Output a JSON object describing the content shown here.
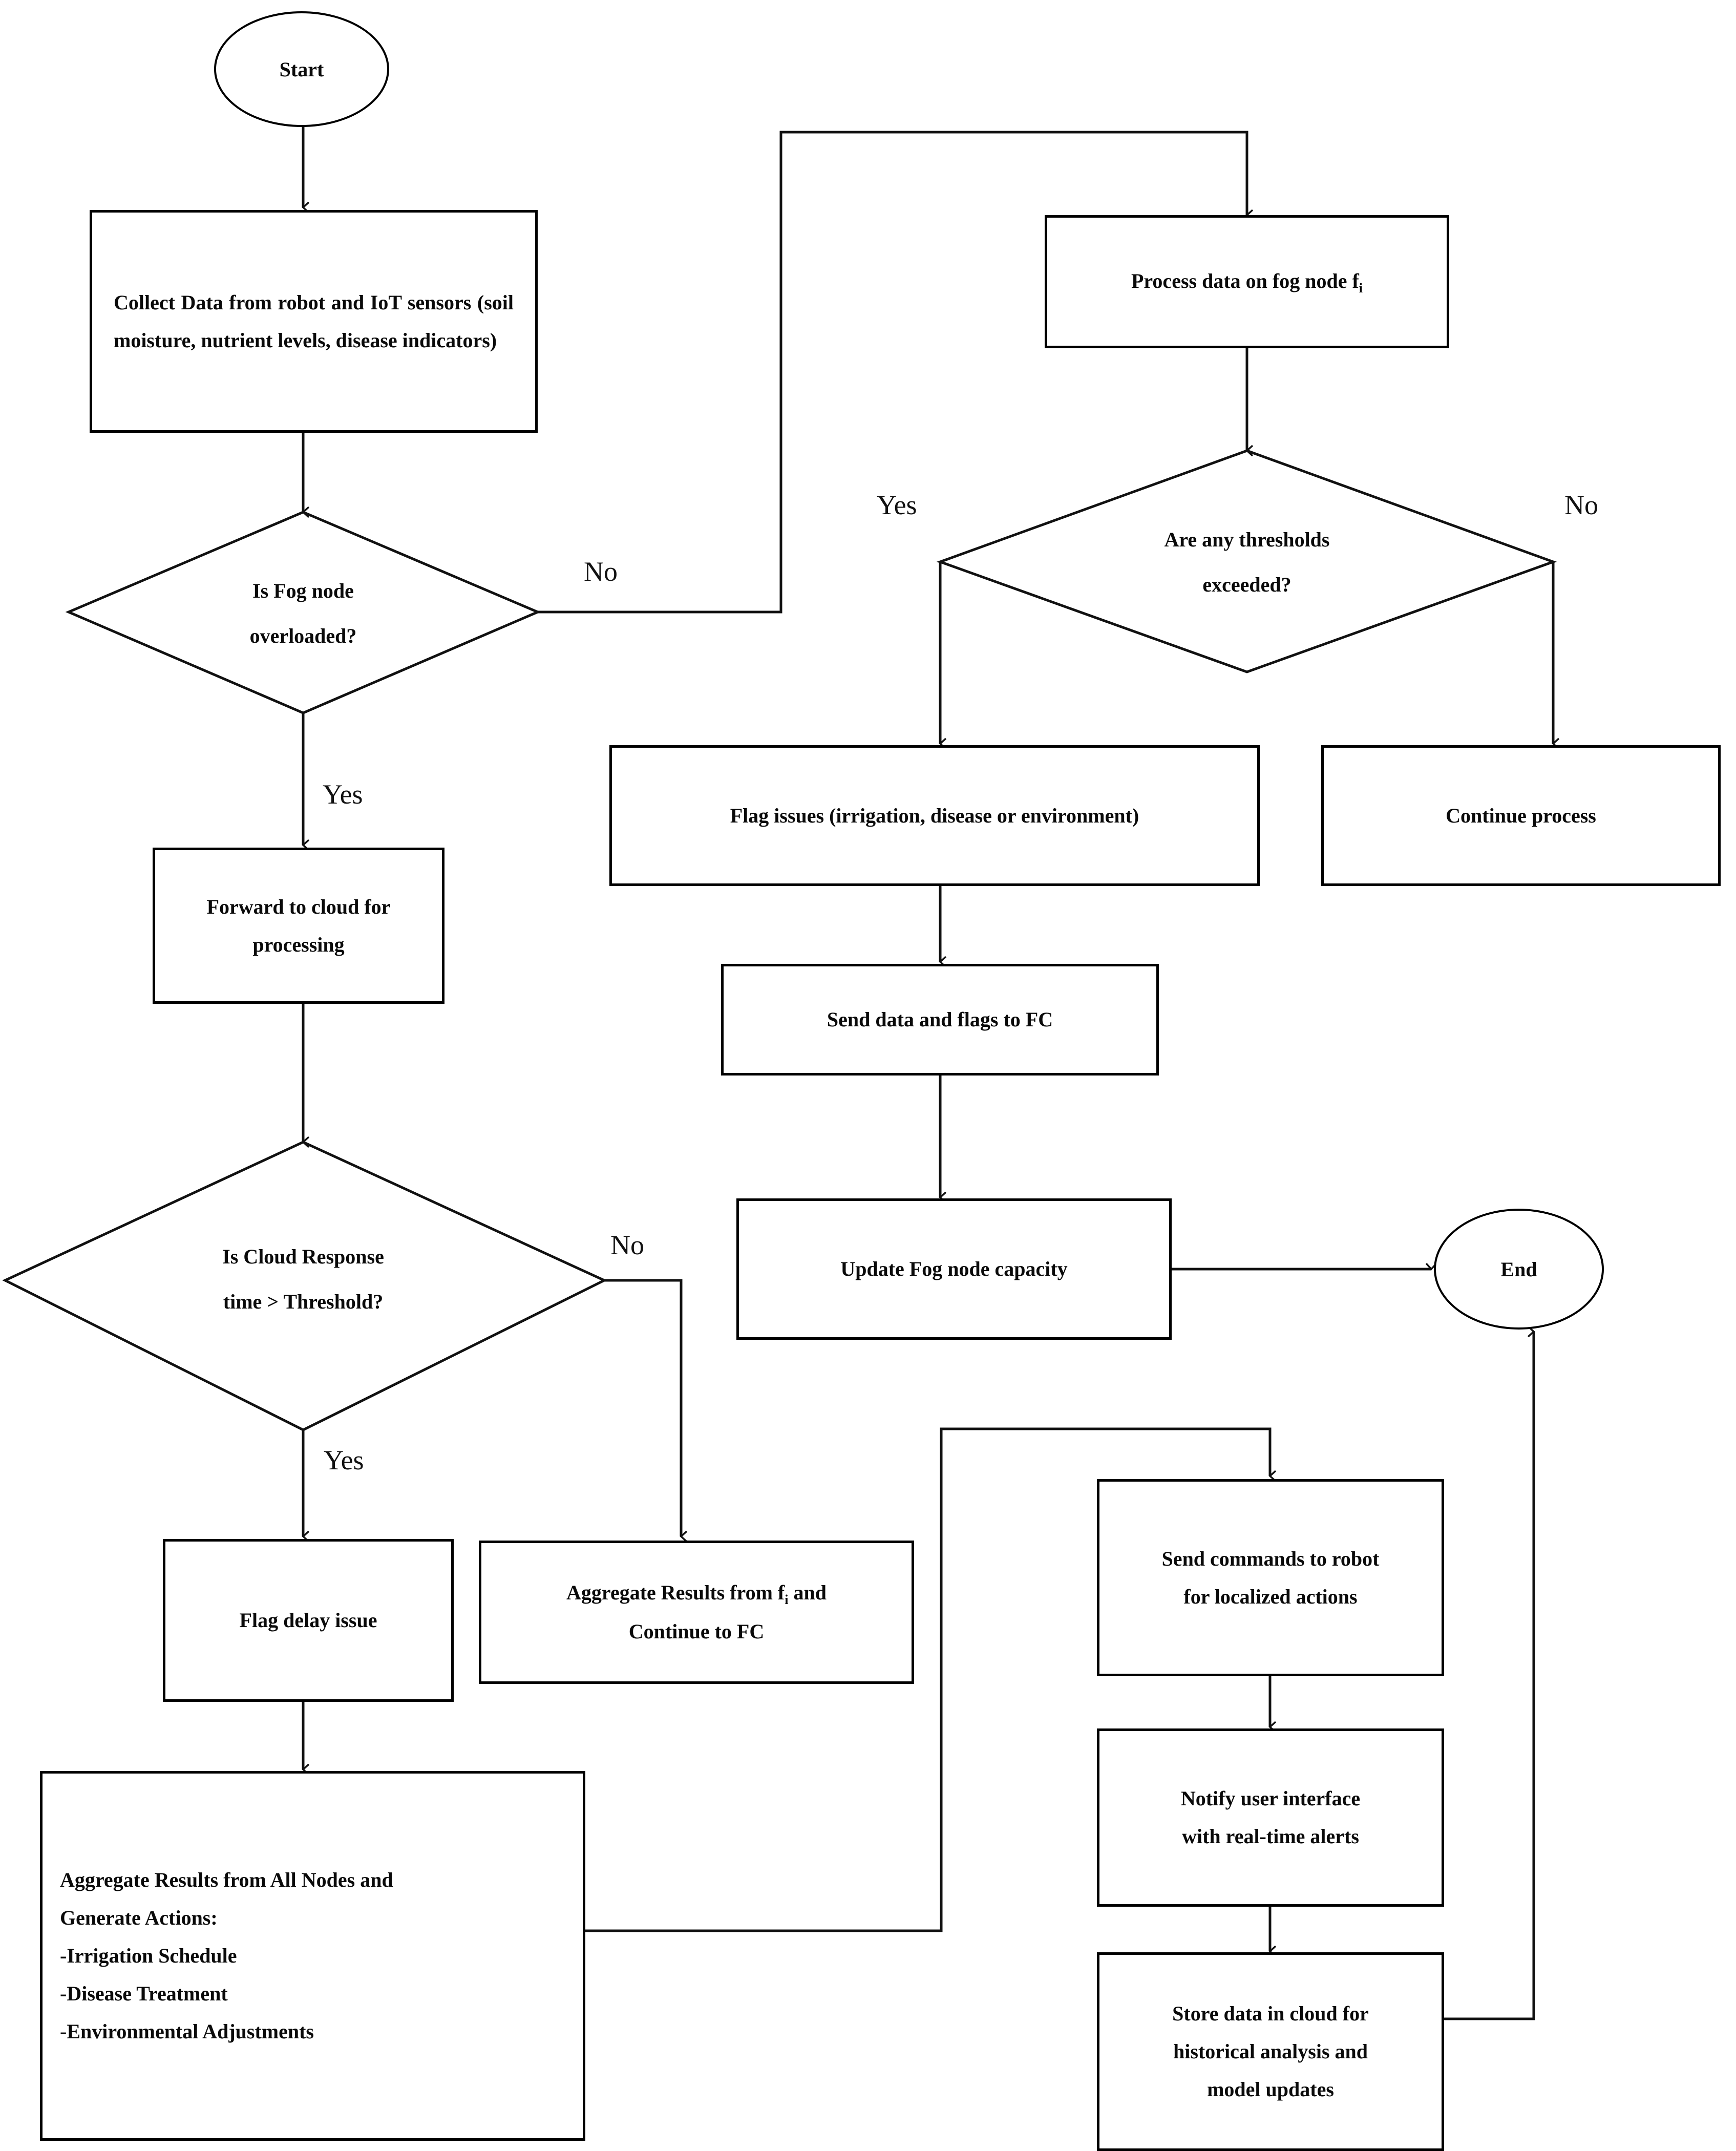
{
  "diagram": {
    "title": "Fog-Cloud Agricultural Robot Data Processing Flowchart",
    "type": "flowchart",
    "stroke_color": "#000000",
    "background_color": "#ffffff",
    "text_color": "#0a0a0a"
  },
  "nodes": {
    "start": {
      "label": "Start",
      "shape": "ellipse"
    },
    "collect": {
      "label": "Collect Data from robot and IoT sensors (soil moisture, nutrient levels, disease indicators)",
      "shape": "process"
    },
    "fog_overloaded": {
      "line1": "Is Fog node",
      "line2": "overloaded?",
      "shape": "decision"
    },
    "process_fog": {
      "label": "Process data on fog node f",
      "sub": "i",
      "shape": "process"
    },
    "thresholds": {
      "line1": "Are any thresholds",
      "line2": "exceeded?",
      "shape": "decision"
    },
    "flag_issues": {
      "label": "Flag issues (irrigation, disease or environment)",
      "shape": "process"
    },
    "continue_process": {
      "label": "Continue process",
      "shape": "process"
    },
    "send_flags": {
      "label": "Send data and flags to FC",
      "shape": "process"
    },
    "update_capacity": {
      "label": "Update Fog node capacity",
      "shape": "process"
    },
    "end": {
      "label": "End",
      "shape": "ellipse"
    },
    "forward_cloud": {
      "line1": "Forward to cloud for",
      "line2": "processing",
      "shape": "process"
    },
    "cloud_response": {
      "line1": "Is Cloud Response",
      "line2": "time > Threshold?",
      "shape": "decision"
    },
    "flag_delay": {
      "label": "Flag delay issue",
      "shape": "process"
    },
    "aggregate_fi": {
      "line1_pre": "Aggregate Results from f",
      "line1_sub": "i",
      "line1_post": " and",
      "line2": "Continue to FC",
      "shape": "process"
    },
    "aggregate_all": {
      "lines": [
        "Aggregate Results from All Nodes and",
        "Generate Actions:",
        "-Irrigation Schedule",
        "-Disease Treatment",
        "-Environmental Adjustments"
      ],
      "shape": "process"
    },
    "send_commands": {
      "line1": "Send commands to robot",
      "line2": "for localized actions",
      "shape": "process"
    },
    "notify_ui": {
      "line1": "Notify user interface",
      "line2": "with real-time alerts",
      "shape": "process"
    },
    "store_cloud": {
      "line1": "Store data in cloud for",
      "line2": "historical analysis and",
      "line3": "model updates",
      "shape": "process"
    }
  },
  "edge_labels": {
    "fog_overloaded_no": "No",
    "fog_overloaded_yes": "Yes",
    "thresholds_yes": "Yes",
    "thresholds_no": "No",
    "cloud_response_no": "No",
    "cloud_response_yes": "Yes"
  }
}
